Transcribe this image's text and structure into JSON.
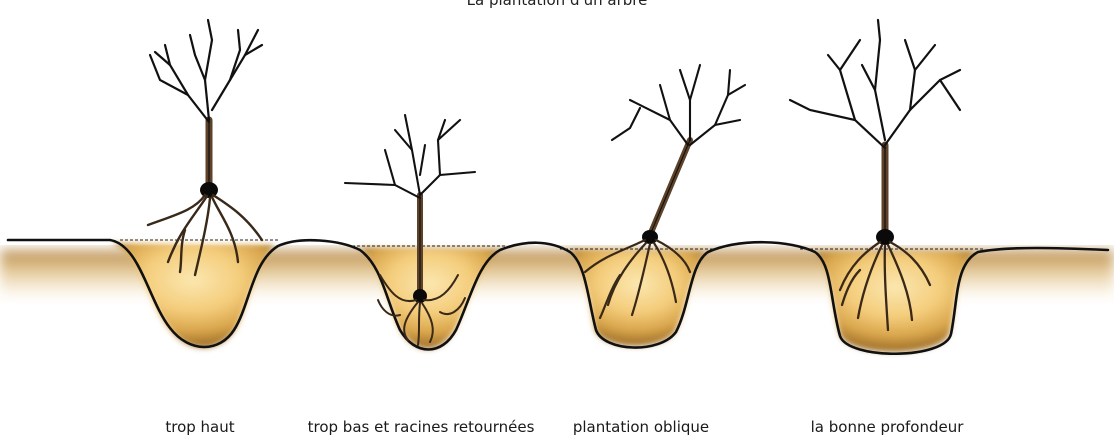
{
  "title": "La plantation d'un arbre",
  "captions": [
    "trop haut",
    "trop bas et racines retournées",
    "plantation oblique",
    "la bonne profondeur"
  ],
  "colors": {
    "soil_light": "#f6d488",
    "soil_dark": "#8a5a1a",
    "bark": "#111111",
    "trunk_brown": "#6b4a2c",
    "root_collar": "#0a0a0a"
  }
}
